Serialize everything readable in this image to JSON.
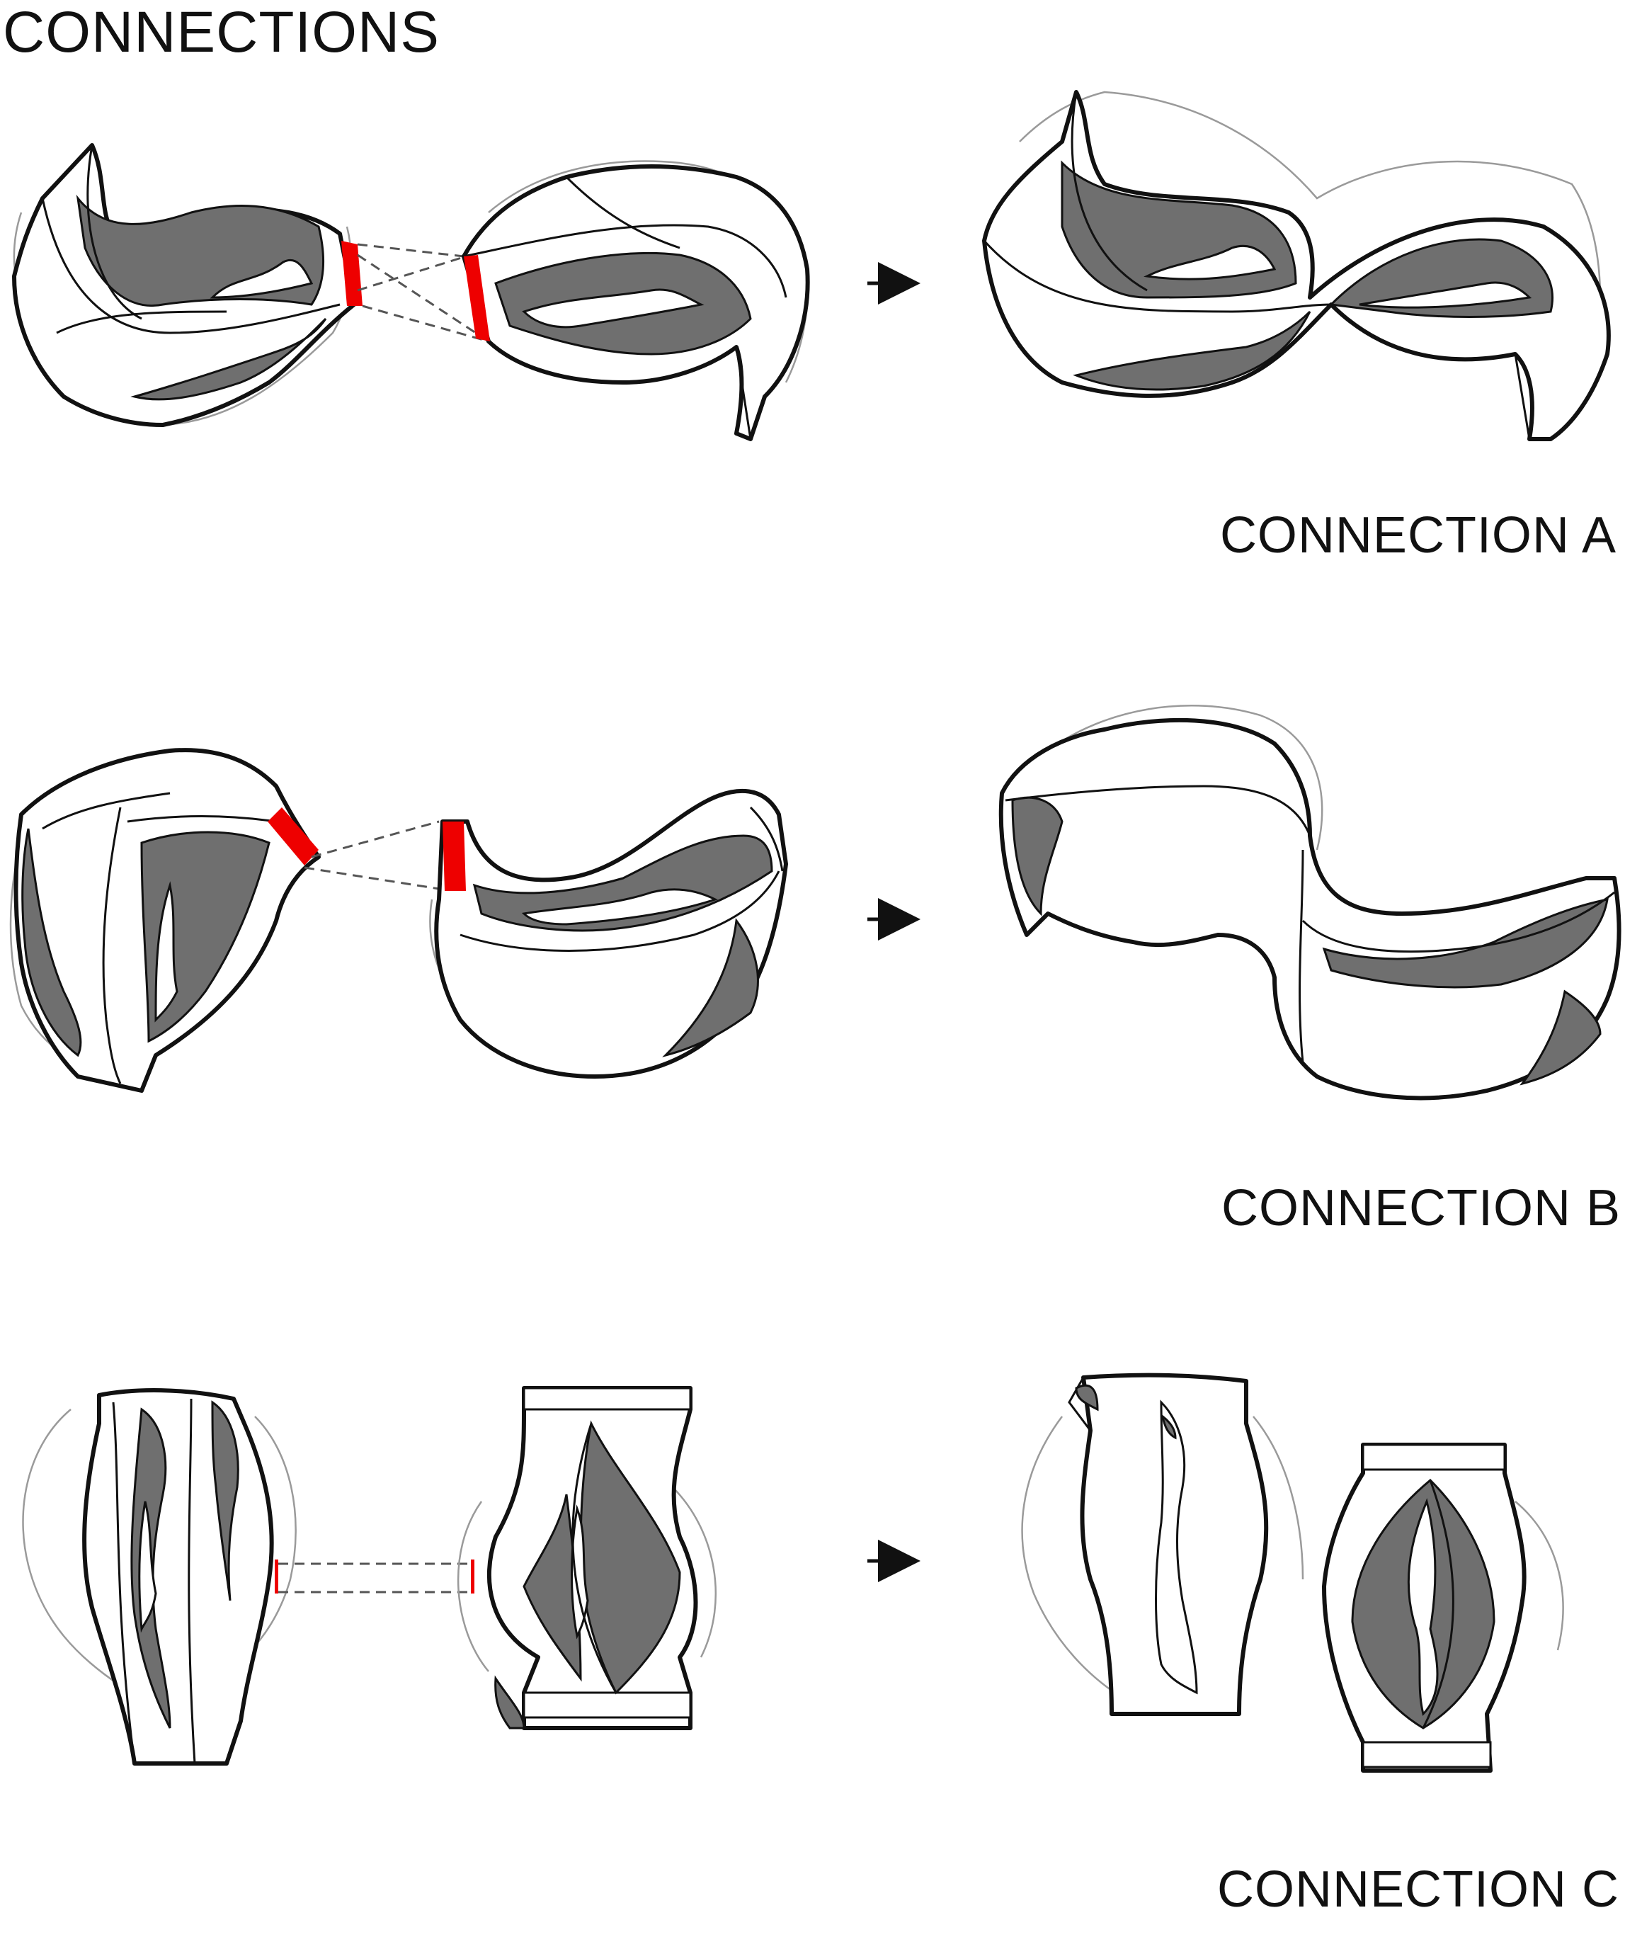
{
  "title": "CONNECTIONS",
  "connections": [
    {
      "label": "CONNECTION A"
    },
    {
      "label": "CONNECTION B"
    },
    {
      "label": "CONNECTION C"
    }
  ],
  "colors": {
    "connector": "#ee0000",
    "shade": "#6f6f6f",
    "outline": "#111111",
    "ghost": "#9a9a9a"
  }
}
